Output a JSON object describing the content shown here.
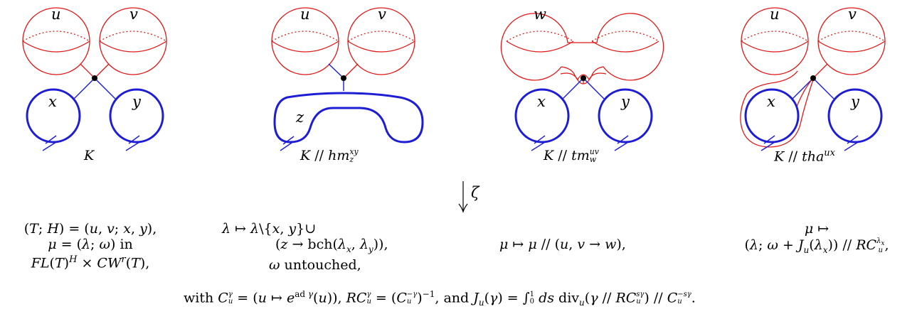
{
  "panels": [
    {
      "top_left": "u",
      "top_right": "v",
      "bottom_left": "x",
      "bottom_right": "y",
      "caption": "K"
    },
    {
      "top_left": "u",
      "top_right": "v",
      "bottom": "z",
      "caption": "K // hm_z^{xy}"
    },
    {
      "top_left": "w",
      "bottom_left": "x",
      "bottom_right": "y",
      "caption": "K // tm_w^{uv}"
    },
    {
      "top_left": "u",
      "top_right": "v",
      "bottom_left": "x",
      "bottom_right": "y",
      "caption": "K // tha^{ux}"
    }
  ],
  "arrow_label": "ζ",
  "formulas": {
    "col1": [
      "(T; H) = (u, v; x, y),",
      "μ = (λ; ω) in",
      "FL(T)^H × CW^r(T),"
    ],
    "col2": [
      "λ ↦ λ\\{x, y}∪",
      "(z → bch(λ_x, λ_y)),",
      "ω untouched,"
    ],
    "col3": [
      "μ ↦ μ // (u, v → w),"
    ],
    "col4": [
      "μ ↦",
      "(λ; ω + J_u(λ_x)) // RC_u^{λ_x},"
    ],
    "bottom": "with C_u^γ = (u ↦ e^{ad γ}(u)), RC_u^γ = (C_u^{−γ})^{−1}, and J_u(γ) = ∫_0^1 ds div_u(γ // RC_u^{sγ}) // C_u^{−sγ}."
  },
  "colors": {
    "red": "#e01818",
    "blue": "#1d1dd6",
    "black": "#000000"
  }
}
